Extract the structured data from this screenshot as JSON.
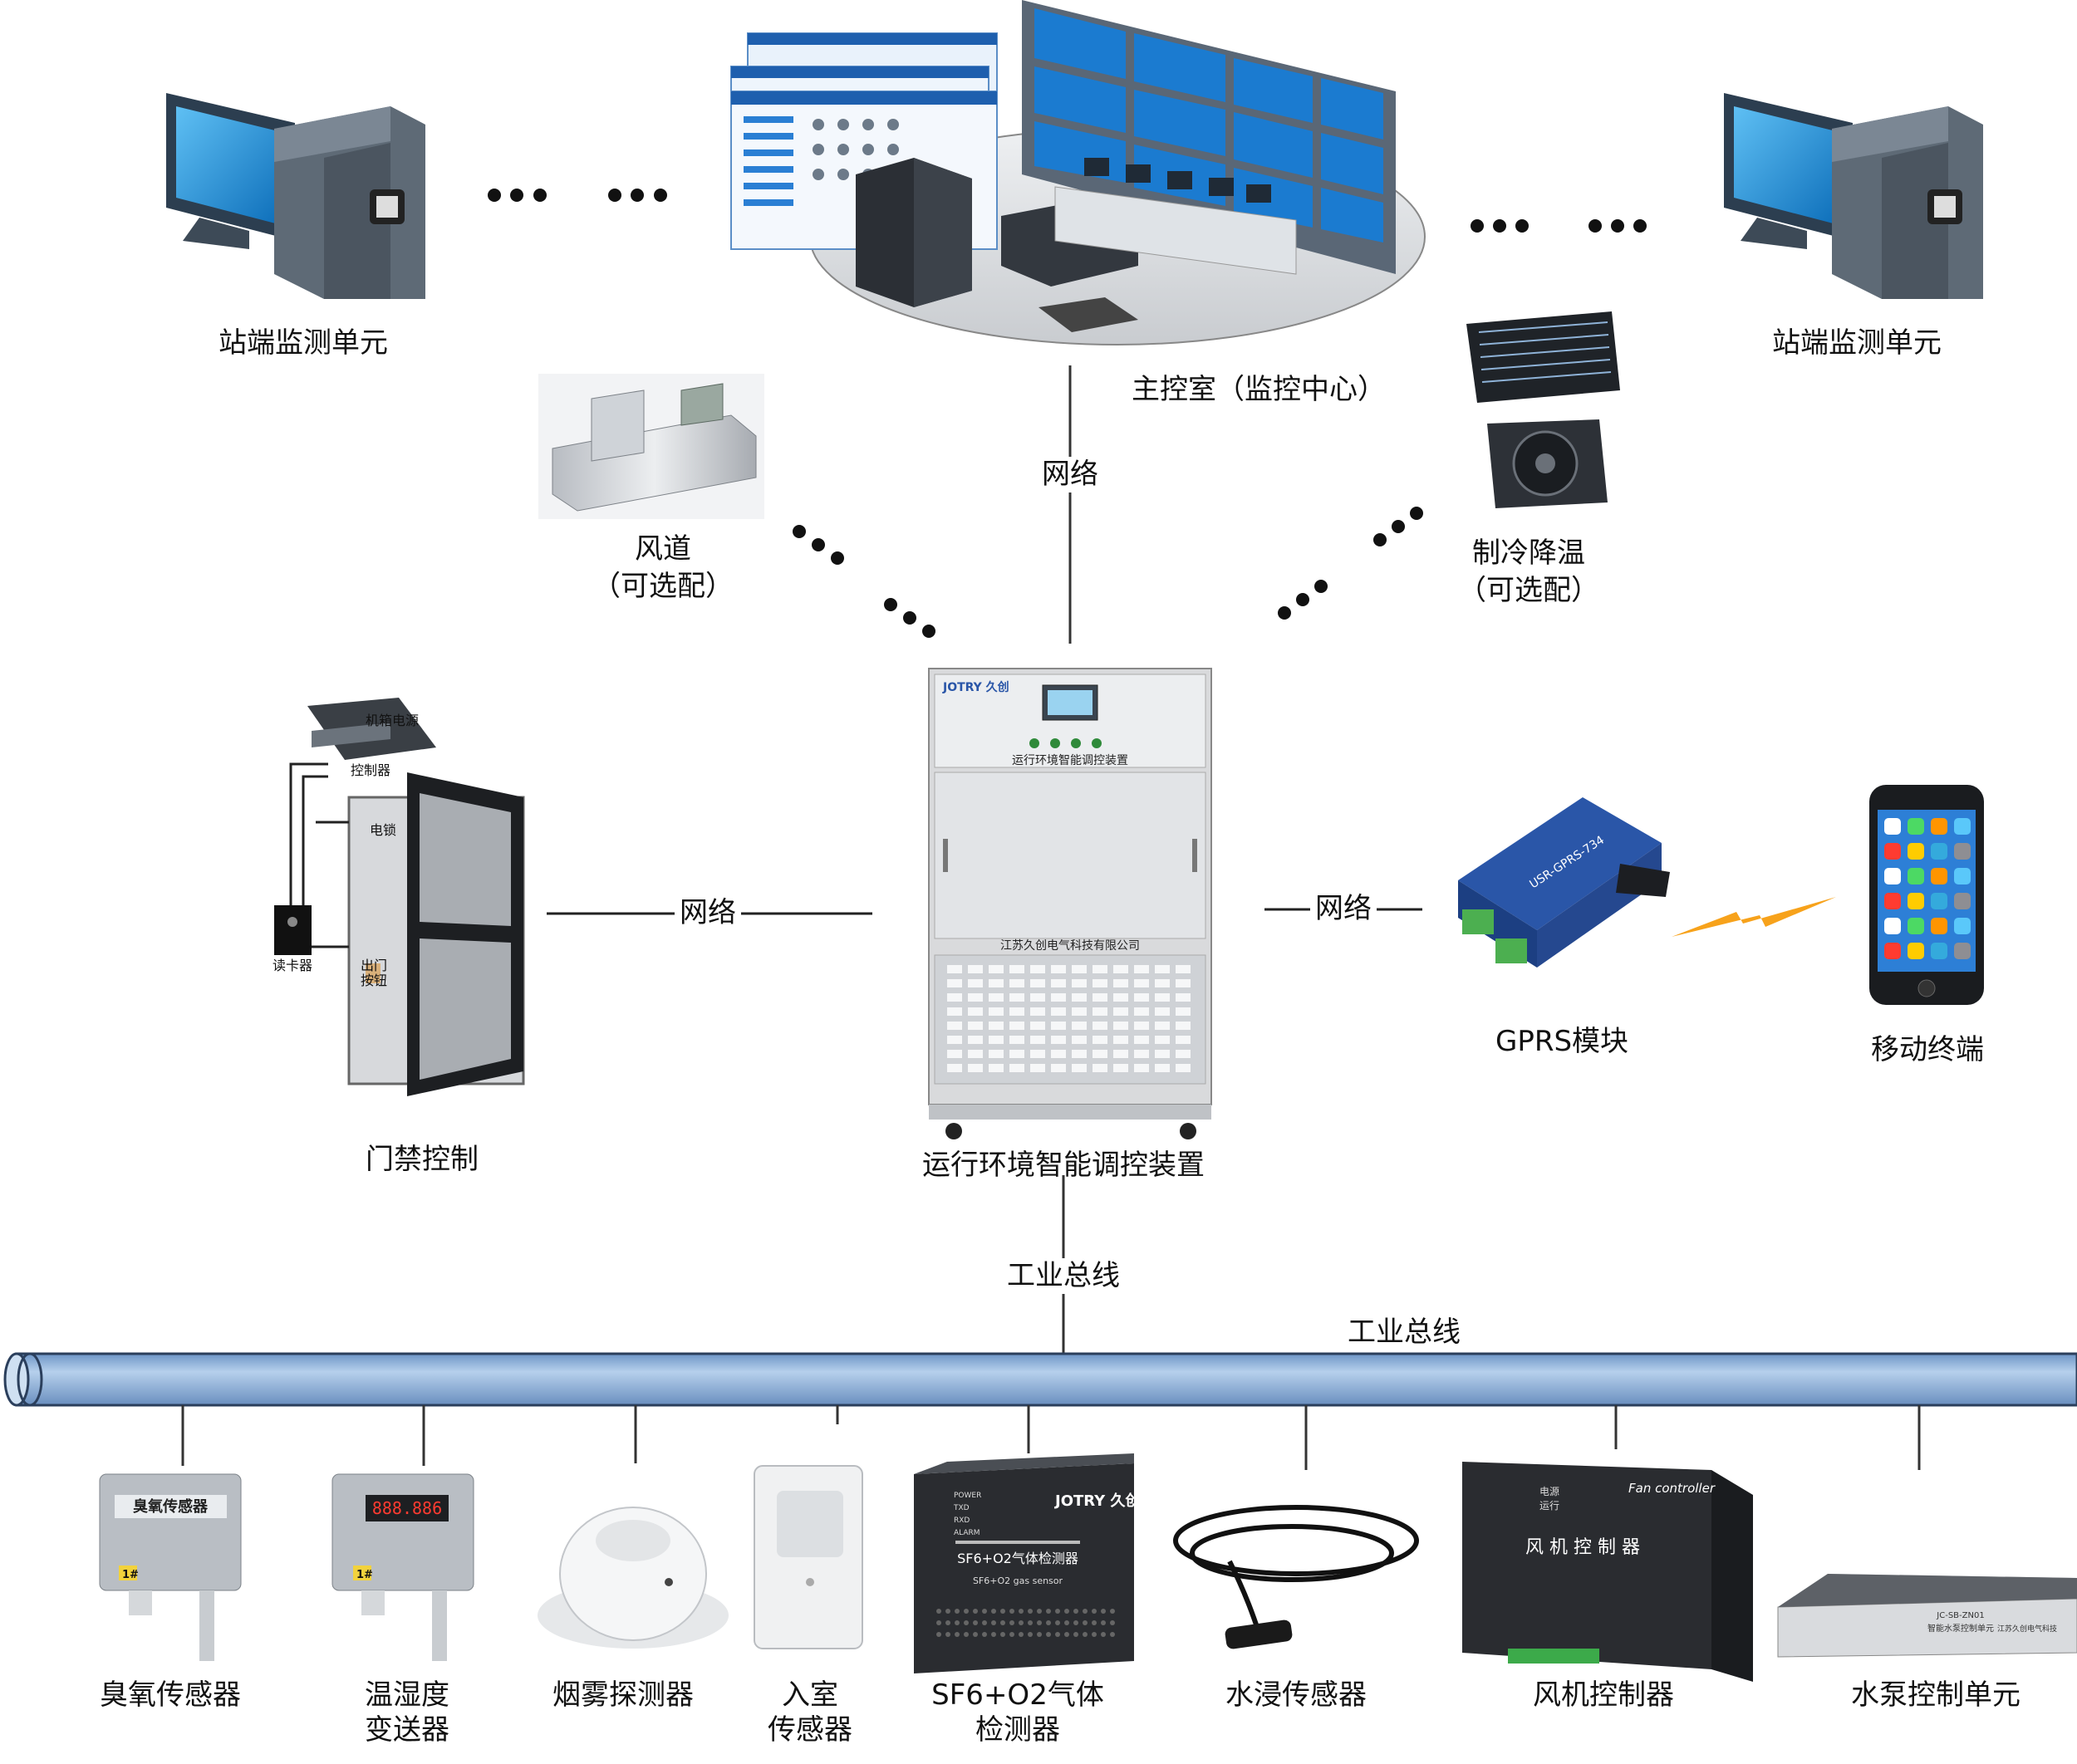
{
  "nodes": {
    "station_left": "站端监测单元",
    "station_right": "站端监测单元",
    "control_room": "主控室（监控中心）",
    "air_duct": "风道",
    "air_duct_opt": "（可选配）",
    "cooling": "制冷降温",
    "cooling_opt": "（可选配）",
    "access_control": "门禁控制",
    "main_device": "运行环境智能调控装置",
    "gprs": "GPRS模块",
    "mobile": "移动终端"
  },
  "links": {
    "network_top": "网络",
    "network_left": "网络",
    "network_right": "网络",
    "bus_vertical": "工业总线",
    "bus_pipe": "工业总线"
  },
  "device_texts": {
    "cabinet_brand": "JOTRY 久创",
    "cabinet_name": "运行环境智能调控装置",
    "cabinet_company": "江苏久创电气科技有限公司",
    "door_power": "机箱电源",
    "door_controller": "控制器",
    "door_lock": "电锁",
    "door_reader": "读卡器",
    "door_exit1": "出门",
    "door_exit2": "按钮",
    "gprs_model": "USR-GPRS-734",
    "ozone_face": "臭氧传感器",
    "ozone_tag": "1#",
    "th_display": "888.886",
    "th_tag": "1#",
    "sf6_brand": "JOTRY 久创",
    "sf6_face": "SF6+O2气体检测器",
    "sf6_sub": "SF6+O2 gas sensor",
    "sf6_leds": [
      "POWER",
      "TXD",
      "RXD",
      "ALARM"
    ],
    "fan_en": "Fan controller",
    "fan_cn": "风 机 控 制 器",
    "fan_leds": [
      "电源",
      "运行"
    ],
    "pump_model": "JC-SB-ZN01",
    "pump_face": "智能水泵控制单元",
    "pump_company": "江苏久创电气科技"
  },
  "sensors": [
    {
      "l1": "臭氧传感器",
      "l2": ""
    },
    {
      "l1": "温湿度",
      "l2": "变送器"
    },
    {
      "l1": "烟雾探测器",
      "l2": ""
    },
    {
      "l1": "入室",
      "l2": "传感器"
    },
    {
      "l1": "SF6+O2气体",
      "l2": "检测器"
    },
    {
      "l1": "水浸传感器",
      "l2": ""
    },
    {
      "l1": "风机控制器",
      "l2": ""
    },
    {
      "l1": "水泵控制单元",
      "l2": ""
    }
  ],
  "colors": {
    "monitor_blue": "#1c8fdc",
    "pipe_blue": "#8fb4dc",
    "bolt_orange": "#f7a21b",
    "gprs_blue": "#2a56a8",
    "cabinet_gray": "#d9dadc"
  }
}
